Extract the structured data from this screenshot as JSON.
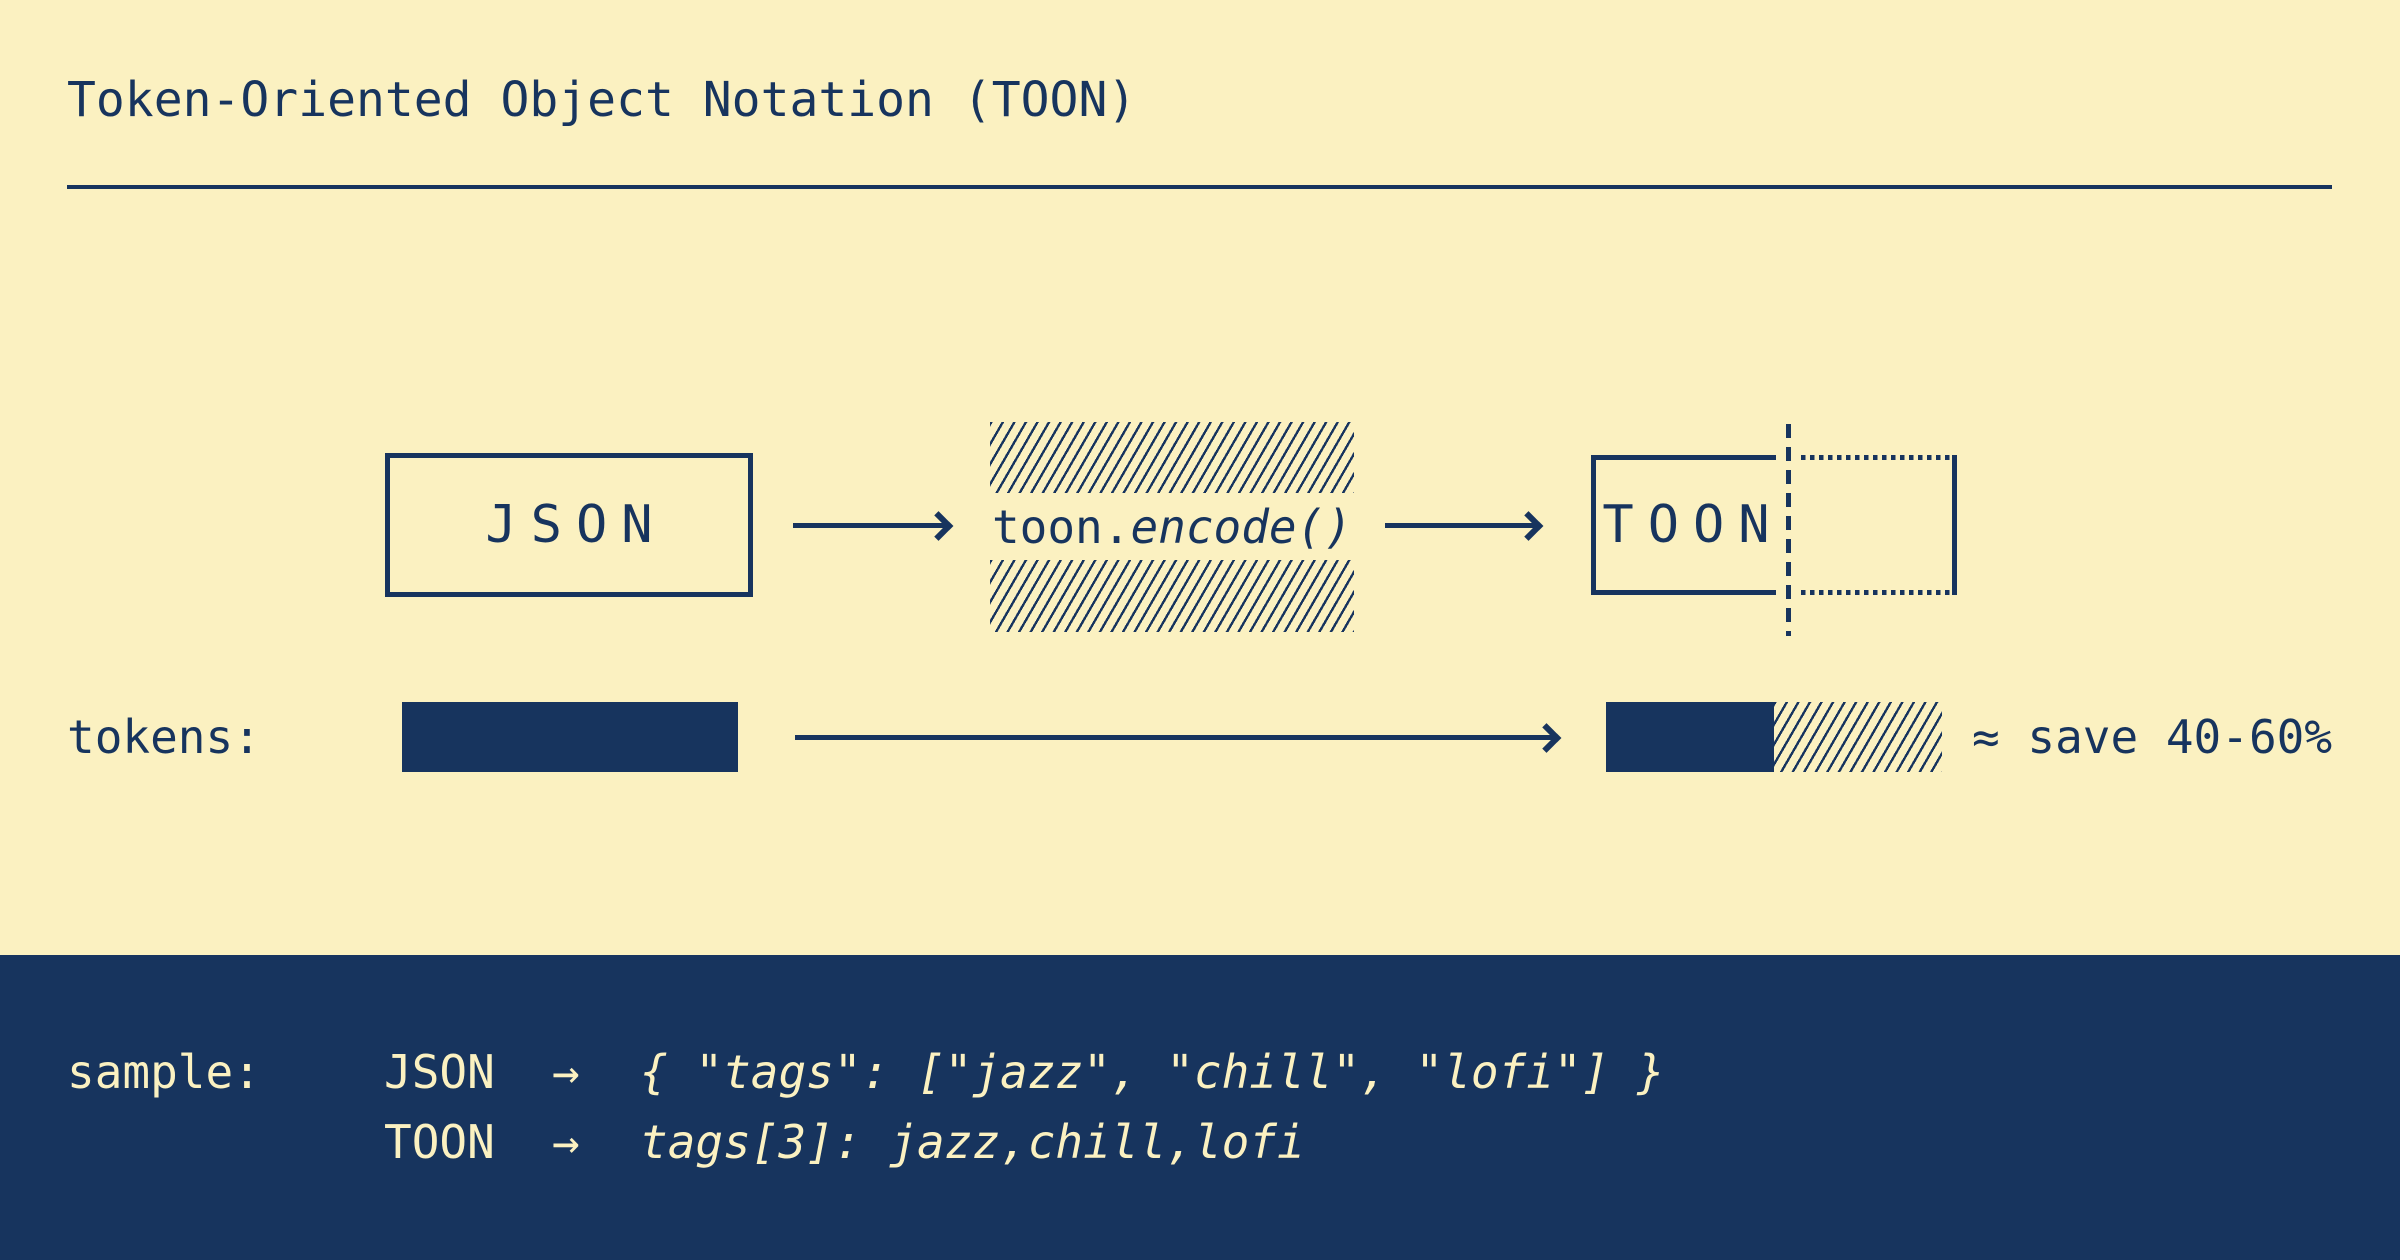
{
  "title": "Token-Oriented Object Notation (TOON)",
  "colors": {
    "background": "#FBF1C1",
    "navy": "#17345E"
  },
  "diagram": {
    "input_label": "JSON",
    "transform_prefix": "toon.",
    "transform_call": "encode()",
    "output_label": "TOON"
  },
  "tokens_row": {
    "label": "tokens:",
    "savings_note": "≈ save 40-60%"
  },
  "sample": {
    "label": "sample:",
    "rows": [
      {
        "format": "JSON",
        "arrow": "→",
        "code": "{ \"tags\": [\"jazz\", \"chill\", \"lofi\"] }"
      },
      {
        "format": "TOON",
        "arrow": "→",
        "code": "tags[3]: jazz,chill,lofi"
      }
    ]
  }
}
